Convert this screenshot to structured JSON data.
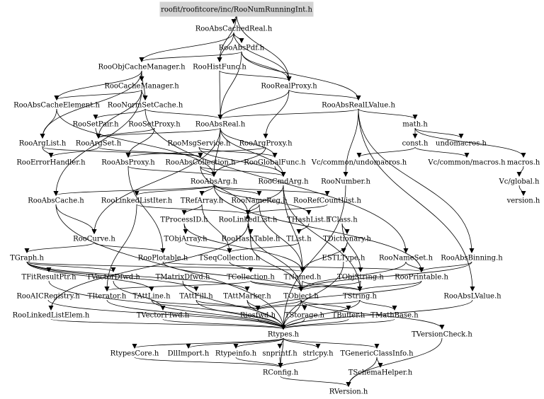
{
  "graph": {
    "root": "roofit/roofitcore/inc/RooNumRunningInt.h",
    "nodes": [
      "RooAbsCachedReal.h",
      "RooAbsPdf.h",
      "RooObjCacheManager.h",
      "RooHistFunc.h",
      "RooCacheManager.h",
      "RooRealProxy.h",
      "RooAbsCacheElement.h",
      "RooNormSetCache.h",
      "RooAbsRealLValue.h",
      "RooSetPair.h",
      "RooSetProxy.h",
      "RooAbsReal.h",
      "math.h",
      "RooArgList.h",
      "RooArgSet.h",
      "RooMsgService.h",
      "RooArgProxy.h",
      "const.h",
      "undomacros.h",
      "RooErrorHandler.h",
      "RooAbsProxy.h",
      "RooAbsCollection.h",
      "RooGlobalFunc.h",
      "Vc/common/undomacros.h",
      "Vc/common/macros.h",
      "macros.h",
      "RooAbsArg.h",
      "RooCmdArg.h",
      "RooNumber.h",
      "Vc/global.h",
      "RooAbsCache.h",
      "RooLinkedListIter.h",
      "TRefArray.h",
      "RooNameReg.h",
      "RooRefCountList.h",
      "version.h",
      "TProcessID.h",
      "RooLinkedList.h",
      "THashList.h",
      "TClass.h",
      "TObjArray.h",
      "RooHashTable.h",
      "TList.h",
      "TDictionary.h",
      "RooCurve.h",
      "TGraph.h",
      "RooPlotable.h",
      "TSeqCollection.h",
      "ESTLType.h",
      "RooNameSet.h",
      "RooAbsBinning.h",
      "TFitResultPtr.h",
      "TVectorDfwd.h",
      "TMatrixDfwd.h",
      "TCollection.h",
      "TNamed.h",
      "TObjString.h",
      "RooPrintable.h",
      "RooAICRegistry.h",
      "TIterator.h",
      "TAttLine.h",
      "TAttFill.h",
      "TAttMarker.h",
      "TObject.h",
      "TString.h",
      "RooAbsLValue.h",
      "RooLinkedListElem.h",
      "TVectorFfwd.h",
      "Riosfwd.h",
      "TStorage.h",
      "TBuffer.h",
      "TMathBase.h",
      "Rtypes.h",
      "TVersionCheck.h",
      "RtypesCore.h",
      "DllImport.h",
      "Rtypeinfo.h",
      "snprintf.h",
      "strlcpy.h",
      "TGenericClassInfo.h",
      "RConfig.h",
      "TSchemaHelper.h",
      "RVersion.h"
    ]
  }
}
